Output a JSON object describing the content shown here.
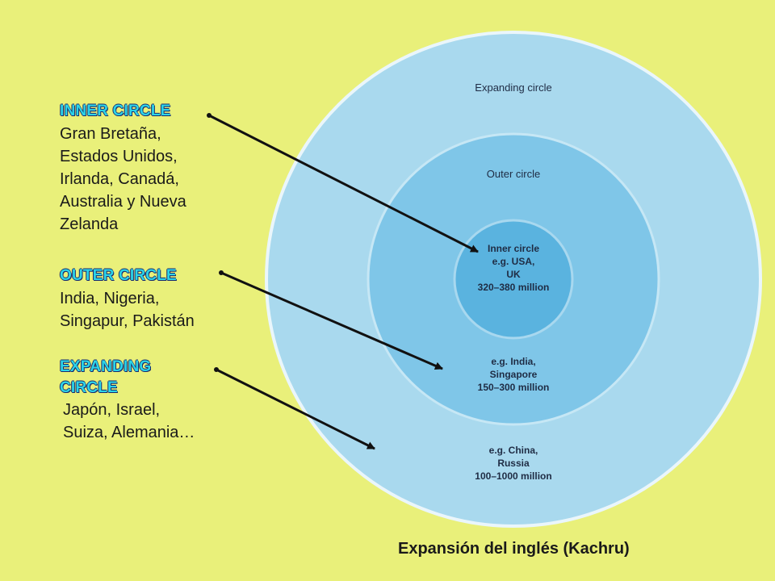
{
  "diagram": {
    "expanding": {
      "title": "Expanding circle",
      "lines": [
        "e.g. China,",
        "Russia",
        "100–1000 million"
      ]
    },
    "outer": {
      "title": "Outer circle",
      "lines": [
        "e.g. India,",
        "Singapore",
        "150–300 million"
      ]
    },
    "inner": {
      "lines": [
        "Inner circle",
        "e.g. USA,",
        "UK",
        "320–380 million"
      ]
    }
  },
  "labels": {
    "inner": {
      "heading": "INNER CIRCLE",
      "body": "Gran Bretaña,\nEstados Unidos,\nIrlanda, Canadá,\nAustralia y Nueva\nZelanda"
    },
    "outer": {
      "heading": "OUTER CIRCLE",
      "body": "India, Nigeria,\nSingapur, Pakistán"
    },
    "expanding": {
      "heading": "EXPANDING\nCIRCLE",
      "body": "Japón, Israel,\nSuiza, Alemania…"
    }
  },
  "caption": "Expansión del inglés (Kachru)",
  "colors": {
    "background": "#e9f07a",
    "expanding_fill": "#a9d9ee",
    "outer_fill": "#7fc6e8",
    "inner_fill": "#5ab3df",
    "heading_color": "#2bd4e8",
    "arrow": "#111111"
  }
}
